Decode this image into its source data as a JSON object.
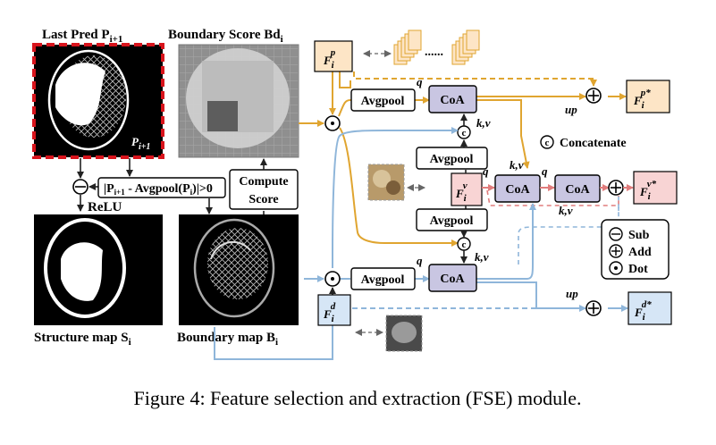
{
  "labels": {
    "last_pred": "Last Pred P",
    "last_pred_sub": "i+1",
    "boundary_score": "Boundary Score Bd",
    "boundary_score_sub": "i",
    "pred_overlay": "P",
    "pred_overlay_sub": "i+1",
    "structure_map": "Structure map S",
    "structure_map_sub": "i",
    "boundary_map": "Boundary map B",
    "boundary_map_sub": "i",
    "relu": "ReLU",
    "condition": "|P",
    "condition_sub1": "i+1",
    "condition_mid": " - Avgpool(P",
    "condition_sub2": "i",
    "condition_end": ")|>0",
    "compute_score_1": "Compute",
    "compute_score_2": "Score",
    "avgpool": "Avgpool",
    "coa": "CoA",
    "q": "q",
    "kv": "k,v",
    "up": "up",
    "dots": "......",
    "concat_symbol": "c",
    "concat_legend": "Concatenate",
    "legend_sub": "Sub",
    "legend_add": "Add",
    "legend_dot": "Dot",
    "fp": "F",
    "fp_sub": "i",
    "fp_sup": "p",
    "fv_sup": "v",
    "fd_sup": "d",
    "star_p": "p*",
    "star_v": "v*",
    "star_d": "d*"
  },
  "caption": "Figure 4: Feature selection and extraction (FSE) module.",
  "colors": {
    "orange": "#e0a530",
    "blue": "#8fb6da",
    "red": "#e07d7d",
    "coa_fill": "#c9c6e2",
    "fp_fill": "#fde5c6",
    "fv_fill": "#f8d4d4",
    "fd_fill": "#d6e6f6",
    "red_dash": "#d8141c"
  }
}
